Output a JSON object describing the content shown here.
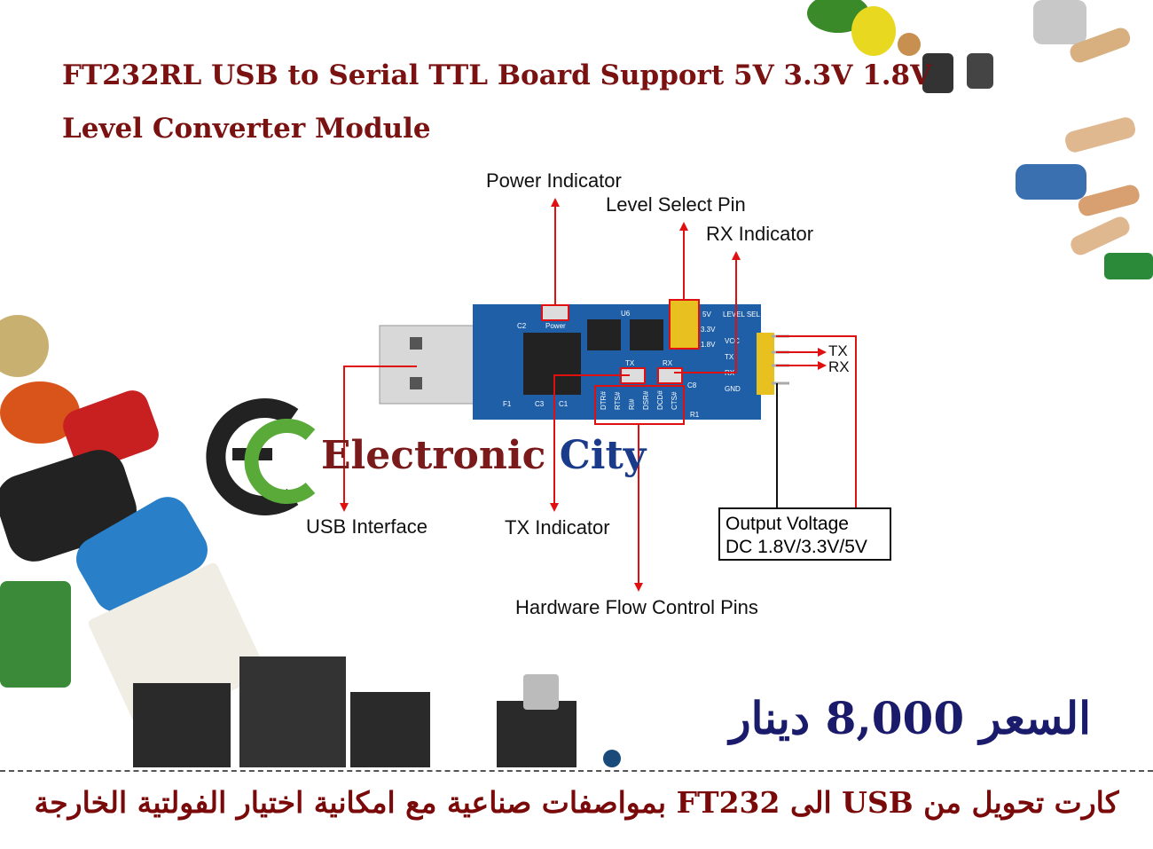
{
  "title": {
    "line1": "FT232RL USB to Serial TTL Board Support 5V 3.3V 1.8V",
    "line2": "Level Converter Module"
  },
  "callouts": {
    "power_indicator": "Power Indicator",
    "level_select_pin": "Level Select Pin",
    "rx_indicator": "RX Indicator",
    "tx": "TX",
    "rx": "RX",
    "usb_interface": "USB Interface",
    "tx_indicator": "TX Indicator",
    "output_voltage_line1": "Output Voltage",
    "output_voltage_line2": "DC 1.8V/3.3V/5V",
    "hardware_flow": "Hardware Flow Control Pins"
  },
  "board_labels": {
    "power": "Power",
    "u6": "U6",
    "c2": "C2",
    "f1": "F1",
    "c3": "C3",
    "c1": "C1",
    "c8": "C8",
    "r1": "R1",
    "v5": "5V",
    "v33": "3.3V",
    "v18": "1.8V",
    "level_sel": "LEVEL SEL",
    "pins": [
      "VCC",
      "TX",
      "RX",
      "GND"
    ],
    "flow_pins": [
      "DTR#",
      "RTS#",
      "RI#",
      "DSR#",
      "DCD#",
      "CTS#"
    ],
    "tx_led": "TX",
    "rx_led": "RX"
  },
  "logo": {
    "word1": "Electronic",
    "word2": "City",
    "word1_color": "#7a1a1a",
    "word2_color": "#1a3a8a"
  },
  "price": "السعر 8,000 دينار",
  "description": "كارت تحويل من  USB  الى FT232 بمواصفات صناعية مع امكانية اختيار الفولتية الخارجة",
  "colors": {
    "title": "#7a1212",
    "callout_line": "#e01010",
    "board": "#1e5fa8",
    "price": "#1b1b6b",
    "description": "#7a0a0a"
  }
}
